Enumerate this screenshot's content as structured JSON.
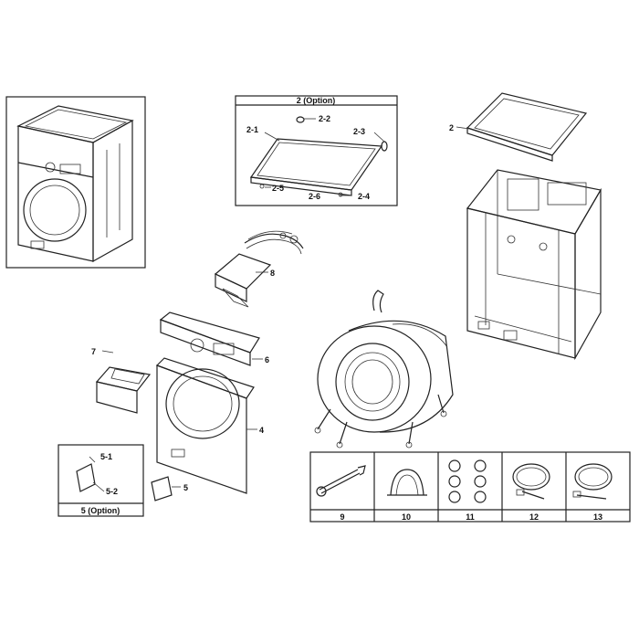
{
  "diagram": {
    "top_option_box": {
      "title": "2 (Option)"
    },
    "bottom_option_box": {
      "title": "5 (Option)"
    },
    "callouts": {
      "c2_1": "2-1",
      "c2_2": "2-2",
      "c2_3": "2-3",
      "c2_4": "2-4",
      "c2_5": "2-5",
      "c2_6": "2-6",
      "c2": "2",
      "c8": "8",
      "c7": "7",
      "c6": "6",
      "c4": "4",
      "c5": "5",
      "c5_1": "5-1",
      "c5_2": "5-2"
    },
    "accessory_table": [
      "9",
      "10",
      "11",
      "12",
      "13"
    ]
  }
}
